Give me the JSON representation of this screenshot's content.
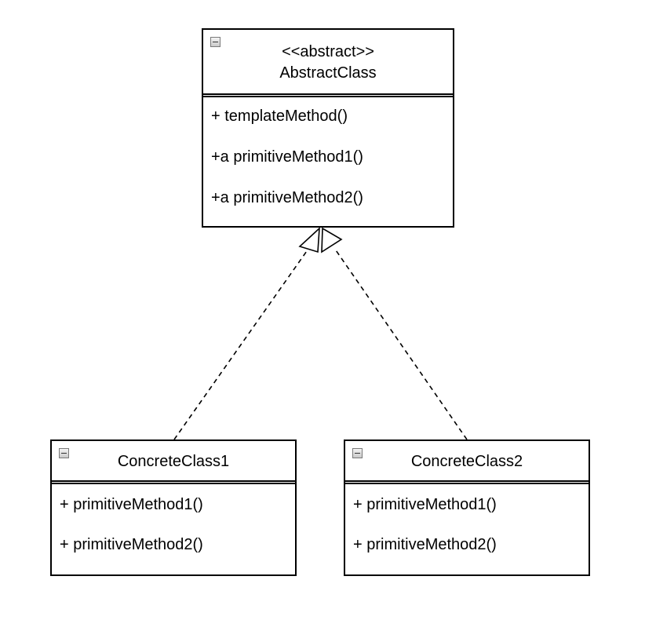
{
  "abstract_class": {
    "stereotype": "<<abstract>>",
    "name": "AbstractClass",
    "methods": [
      "+ templateMethod()",
      "+a primitiveMethod1()",
      "+a primitiveMethod2()"
    ]
  },
  "concrete_classes": [
    {
      "name": "ConcreteClass1",
      "methods": [
        "+ primitiveMethod1()",
        "+ primitiveMethod2()"
      ]
    },
    {
      "name": "ConcreteClass2",
      "methods": [
        "+ primitiveMethod1()",
        "+ primitiveMethod2()"
      ]
    }
  ],
  "relationships": [
    {
      "type": "realization",
      "from": "ConcreteClass1",
      "to": "AbstractClass"
    },
    {
      "type": "realization",
      "from": "ConcreteClass2",
      "to": "AbstractClass"
    }
  ],
  "colors": {
    "line": "#000000",
    "background": "#ffffff",
    "collapse_icon_border": "#7a7a7a"
  },
  "icons": {
    "collapse": "collapse-minus-icon"
  }
}
